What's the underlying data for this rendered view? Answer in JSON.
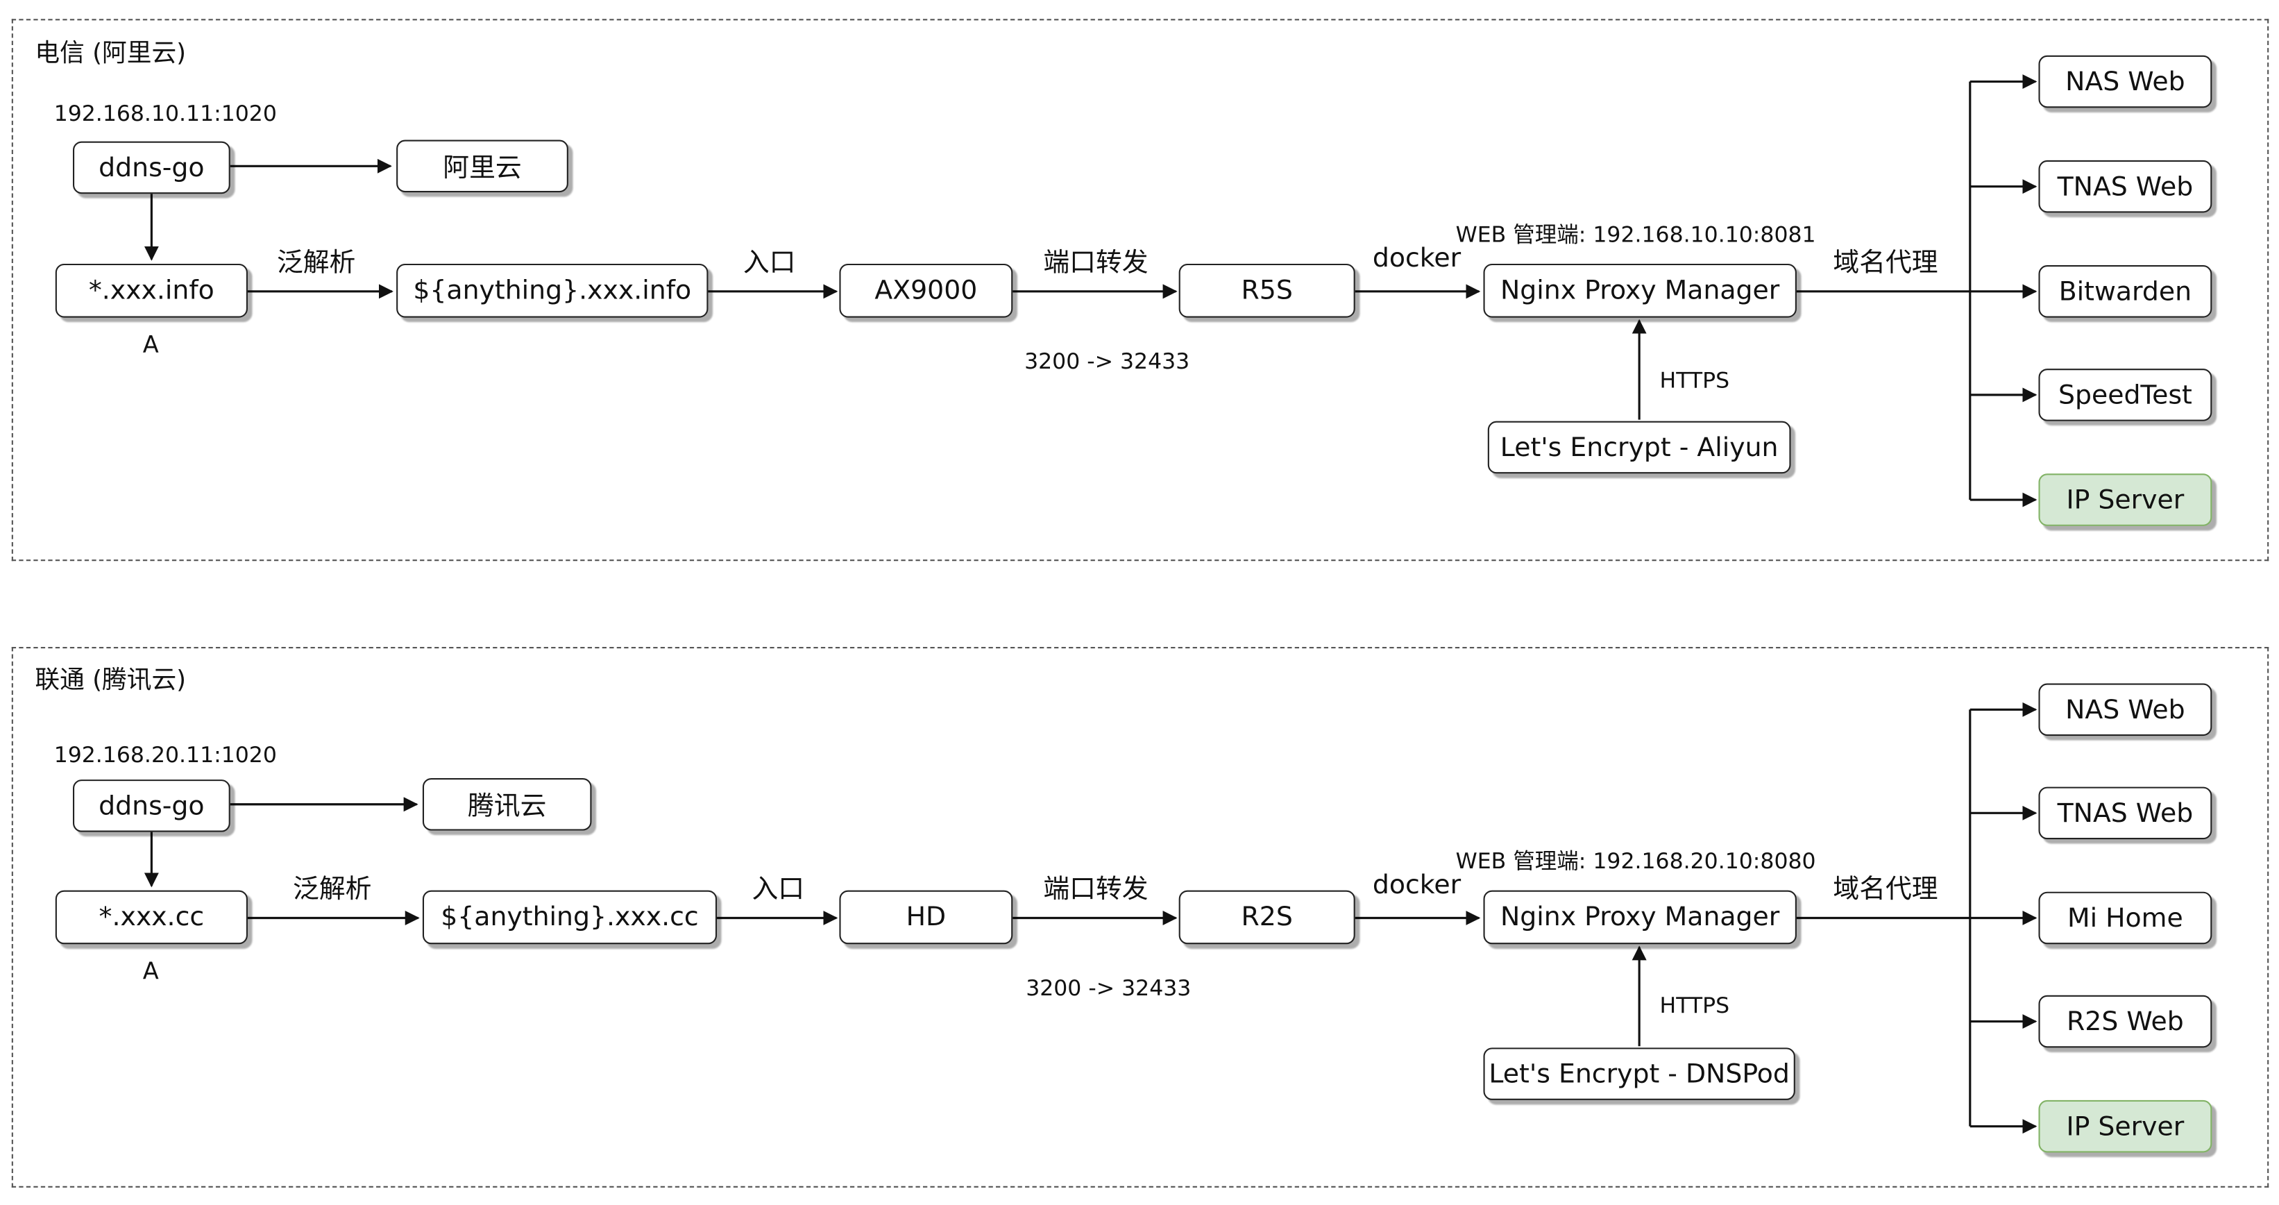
{
  "diagram": {
    "type": "network-topology",
    "groups": [
      {
        "title": "电信 (阿里云)",
        "ddns_ip": "192.168.10.11:1020",
        "ddns": "ddns-go",
        "dns_provider": "阿里云",
        "domain": "*.xxx.info",
        "record_type": "A",
        "wildcard_label": "泛解析",
        "resolved": "${anything}.xxx.info",
        "entry_label": "入口",
        "router": "AX9000",
        "forward_label": "端口转发",
        "port_map": "3200 -> 32433",
        "host": "R5S",
        "docker_label": "docker",
        "admin": "WEB 管理端: 192.168.10.10:8081",
        "proxy": "Nginx Proxy Manager",
        "https_label": "HTTPS",
        "cert": "Let's Encrypt - Aliyun",
        "domain_proxy_label": "域名代理",
        "services": [
          {
            "label": "NAS Web",
            "green": false
          },
          {
            "label": "TNAS Web",
            "green": false
          },
          {
            "label": "Bitwarden",
            "green": false
          },
          {
            "label": "SpeedTest",
            "green": false
          },
          {
            "label": "IP Server",
            "green": true
          }
        ]
      },
      {
        "title": "联通 (腾讯云)",
        "ddns_ip": "192.168.20.11:1020",
        "ddns": "ddns-go",
        "dns_provider": "腾讯云",
        "domain": "*.xxx.cc",
        "record_type": "A",
        "wildcard_label": "泛解析",
        "resolved": "${anything}.xxx.cc",
        "entry_label": "入口",
        "router": "HD",
        "forward_label": "端口转发",
        "port_map": "3200 -> 32433",
        "host": "R2S",
        "docker_label": "docker",
        "admin": "WEB 管理端: 192.168.20.10:8080",
        "proxy": "Nginx Proxy Manager",
        "https_label": "HTTPS",
        "cert": "Let's Encrypt - DNSPod",
        "domain_proxy_label": "域名代理",
        "services": [
          {
            "label": "NAS Web",
            "green": false
          },
          {
            "label": "TNAS Web",
            "green": false
          },
          {
            "label": "Mi Home",
            "green": false
          },
          {
            "label": "R2S Web",
            "green": false
          },
          {
            "label": "IP Server",
            "green": true
          }
        ]
      }
    ],
    "colors": {
      "node_fill": "#ffffff",
      "node_stroke": "#222222",
      "highlight_fill": "#d5e8d4",
      "highlight_stroke": "#82b366",
      "edge": "#111111",
      "group_border": "#555555"
    }
  }
}
